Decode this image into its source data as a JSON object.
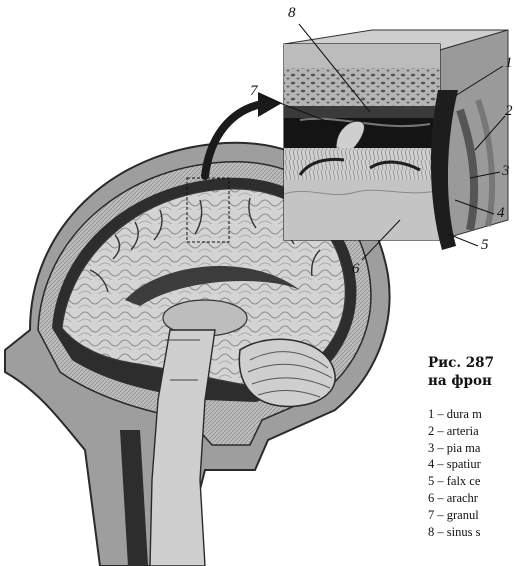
{
  "figure": {
    "caption_line1": "Рис. 287",
    "caption_line2": "на фрон",
    "callouts": [
      "1",
      "2",
      "3",
      "4",
      "5",
      "6",
      "7",
      "8"
    ],
    "legend": [
      "1 – dura m",
      "2 – arteria",
      "3 – pia ma",
      "4 – spatiur",
      "5 – falx ce",
      "6 – arachr",
      "7 – granul",
      "8 – sinus s"
    ]
  }
}
